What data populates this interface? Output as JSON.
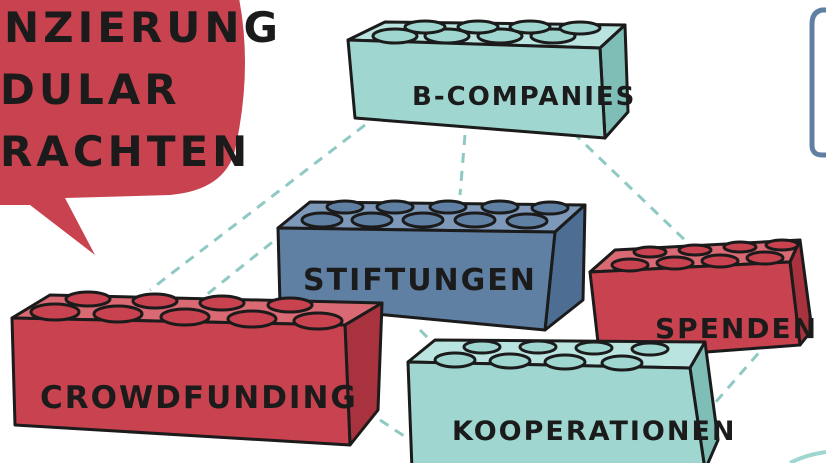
{
  "bubble": {
    "line1": "NZIERUNG",
    "line2": "DULAR",
    "line3": "RACHTEN"
  },
  "bricks": {
    "b_companies": "B-COMPANIES",
    "stiftungen": "STIFTUNGEN",
    "spenden": "SPENDEN",
    "crowdfunding": "CROWDFUNDING",
    "kooperationen": "KOOPERATIONEN"
  },
  "colors": {
    "red": "#c9424f",
    "teal": "#9fd6d0",
    "blue": "#5f7fa3",
    "outline": "#1b1b1b",
    "dash": "#8fc9c4"
  }
}
